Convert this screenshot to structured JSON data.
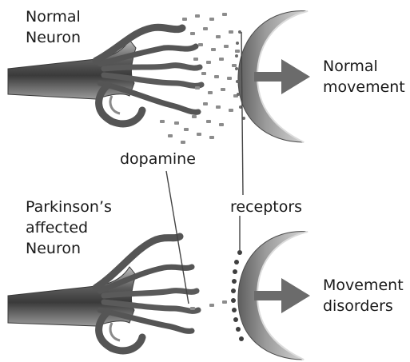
{
  "labels": {
    "normal_neuron": [
      "Normal",
      "Neuron"
    ],
    "normal_movement": [
      "Normal",
      "movement"
    ],
    "dopamine": "dopamine",
    "parkinsons_neuron": [
      "Parkinson’s",
      "affected",
      "Neuron"
    ],
    "receptors": "receptors",
    "movement_disorders": [
      "Movement",
      "disorders"
    ]
  },
  "colors": {
    "neuron_dark": "#4a4a4a",
    "neuron_light": "#a6a6a6",
    "dopamine_dot": "#8c8c8c",
    "arrow": "#6b6b6b",
    "text": "#1a1a1a"
  }
}
